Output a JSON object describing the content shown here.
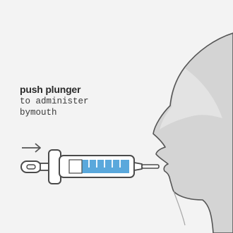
{
  "caption": {
    "title": "push plunger",
    "line2": "to administer",
    "line3": "bymouth"
  },
  "colors": {
    "background": "#f3f3f3",
    "head_fill": "#d4d4d4",
    "head_outline": "#555555",
    "syringe_outline": "#4a4a4a",
    "medicine": "#5aa8dc",
    "text": "#2a2a2a"
  },
  "icons": {
    "arrow": "right-arrow-icon",
    "syringe": "oral-syringe-icon",
    "head": "head-profile-icon"
  }
}
